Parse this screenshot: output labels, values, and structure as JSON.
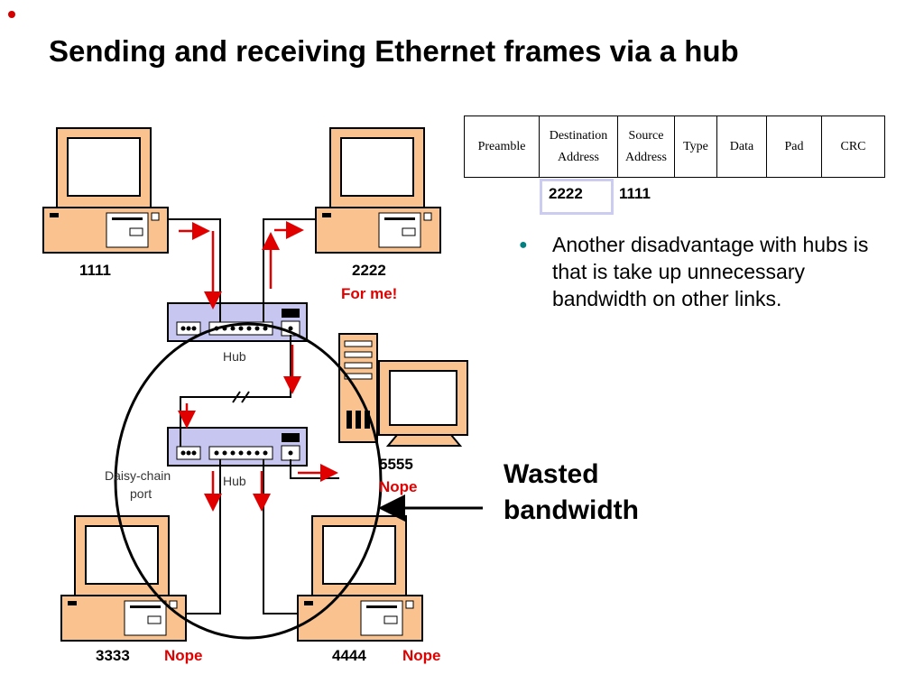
{
  "slide": {
    "title": "Sending and receiving Ethernet frames via a hub",
    "colors": {
      "accent_red": "#e00000",
      "computer_fill": "#f9c28e",
      "hub_fill": "#c6c6f0",
      "bullet": "#008080"
    }
  },
  "frame": {
    "fields": [
      {
        "label_line1": "Preamble",
        "label_line2": ""
      },
      {
        "label_line1": "Destination",
        "label_line2": "Address"
      },
      {
        "label_line1": "Source",
        "label_line2": "Address"
      },
      {
        "label_line1": "Type",
        "label_line2": ""
      },
      {
        "label_line1": "Data",
        "label_line2": ""
      },
      {
        "label_line1": "Pad",
        "label_line2": ""
      },
      {
        "label_line1": "CRC",
        "label_line2": ""
      }
    ],
    "destination_value": "2222",
    "source_value": "1111"
  },
  "bullet": {
    "text": "Another disadvantage with hubs is that is take up unnecessary bandwidth on other links."
  },
  "callout": {
    "line1": "Wasted",
    "line2": "bandwidth"
  },
  "network": {
    "hub_label_top": "Hub",
    "hub_label_bottom": "Hub",
    "daisy_chain_line1": "Daisy-chain",
    "daisy_chain_line2": "port",
    "hosts": [
      {
        "address": "1111",
        "status": ""
      },
      {
        "address": "2222",
        "status": "For me!"
      },
      {
        "address": "5555",
        "status": "Nope"
      },
      {
        "address": "3333",
        "status": "Nope"
      },
      {
        "address": "4444",
        "status": "Nope"
      }
    ]
  }
}
